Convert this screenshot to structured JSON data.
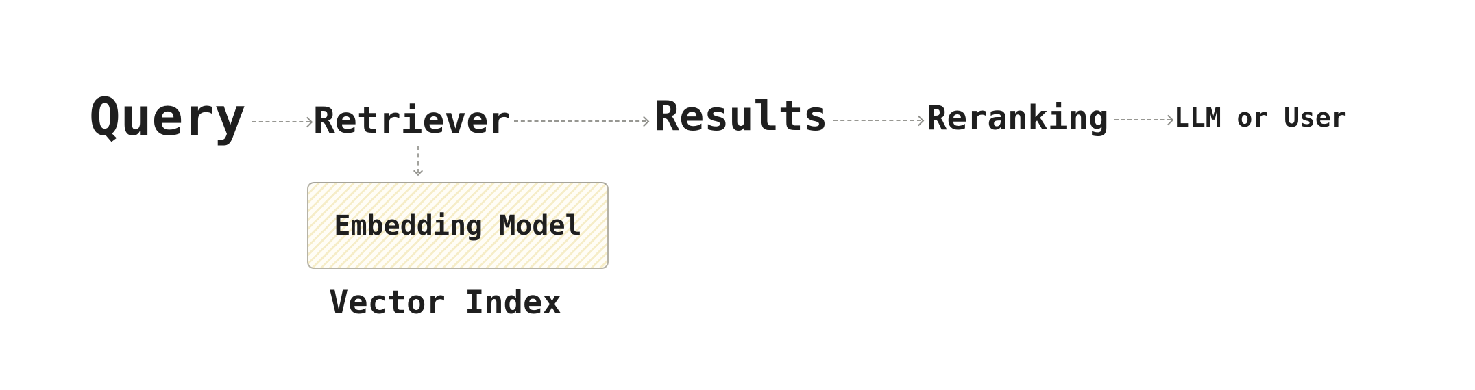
{
  "diagram": {
    "type": "flow",
    "description": "retrieval pipeline flow",
    "nodes": [
      {
        "id": "query",
        "label": "Query"
      },
      {
        "id": "retriever",
        "label": "Retriever"
      },
      {
        "id": "results",
        "label": "Results"
      },
      {
        "id": "reranking",
        "label": "Reranking"
      },
      {
        "id": "llm_or_user",
        "label": "LLM or User"
      },
      {
        "id": "embedding_model",
        "label": "Embedding Model",
        "shape": "rounded-rect",
        "fill": "hatched-cream"
      },
      {
        "id": "vector_index",
        "label": "Vector Index"
      }
    ],
    "edges": [
      {
        "from": "Query",
        "to": "Retriever",
        "style": "dashed-arrow",
        "direction": "right"
      },
      {
        "from": "Retriever",
        "to": "Results",
        "style": "dashed-arrow",
        "direction": "right"
      },
      {
        "from": "Results",
        "to": "Reranking",
        "style": "dashed-arrow",
        "direction": "right"
      },
      {
        "from": "Reranking",
        "to": "LLM or User",
        "style": "dashed-arrow",
        "direction": "right"
      },
      {
        "from": "Retriever",
        "to": "Embedding Model",
        "style": "dashed-arrow",
        "direction": "down"
      }
    ],
    "colors": {
      "text": "#1f1f1f",
      "connector": "#94948f",
      "box_border": "#b6b3a7",
      "box_fill": "#fffdf6",
      "box_hatch": "#f6edc8",
      "background": "#ffffff"
    }
  }
}
